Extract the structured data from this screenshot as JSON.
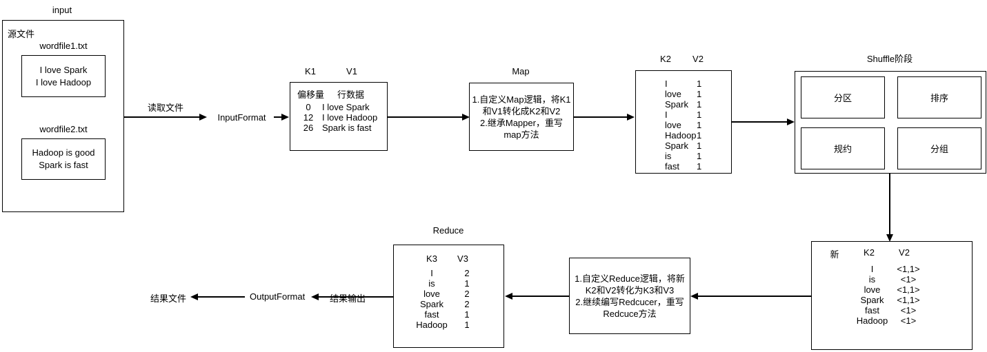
{
  "diagram": {
    "bg_color": "#ffffff",
    "line_color": "#000000",
    "input": {
      "title": "input",
      "source_label": "源文件",
      "files": [
        {
          "name": "wordfile1.txt",
          "content": [
            "I love Spark",
            "I love Hadoop"
          ]
        },
        {
          "name": "wordfile2.txt",
          "content": [
            "Hadoop is good",
            "Spark is fast"
          ]
        }
      ]
    },
    "read_label": "读取文件",
    "input_format": "InputFormat",
    "k1v1": {
      "key_header": "K1",
      "value_header": "V1",
      "col1": "偏移量",
      "col2": "行数据",
      "rows": [
        [
          "0",
          "I love Spark"
        ],
        [
          "12",
          "I love Hadoop"
        ],
        [
          "26",
          "Spark is fast"
        ]
      ]
    },
    "map": {
      "title": "Map",
      "steps": [
        "1.自定义Map逻辑，将K1和V1转化成K2和V2",
        "2.继承Mapper，重写map方法"
      ]
    },
    "k2v2": {
      "key_header": "K2",
      "value_header": "V2",
      "rows": [
        [
          "I",
          "1"
        ],
        [
          "love",
          "1"
        ],
        [
          "Spark",
          "1"
        ],
        [
          "I",
          "1"
        ],
        [
          "love",
          "1"
        ],
        [
          "Hadoop",
          "1"
        ],
        [
          "Spark",
          "1"
        ],
        [
          "is",
          "1"
        ],
        [
          "fast",
          "1"
        ]
      ]
    },
    "shuffle": {
      "title": "Shuffle阶段",
      "stages": [
        "分区",
        "排序",
        "规约",
        "分组"
      ]
    },
    "new_k2v2": {
      "prefix": "新",
      "key_header": "K2",
      "value_header": "V2",
      "rows": [
        [
          "I",
          "<1,1>"
        ],
        [
          "is",
          "<1>"
        ],
        [
          "love",
          "<1,1>"
        ],
        [
          "Spark",
          "<1,1>"
        ],
        [
          "fast",
          "<1>"
        ],
        [
          "Hadoop",
          "<1>"
        ]
      ]
    },
    "reduce_logic": {
      "steps": [
        "1.自定义Reduce逻辑，将新K2和V2转化为K3和V3",
        "2.继续编写Redcucer，重写Redcuce方法"
      ]
    },
    "reduce": {
      "title": "Reduce",
      "key_header": "K3",
      "value_header": "V3",
      "rows": [
        [
          "I",
          "2"
        ],
        [
          "is",
          "1"
        ],
        [
          "love",
          "2"
        ],
        [
          "Spark",
          "2"
        ],
        [
          "fast",
          "1"
        ],
        [
          "Hadoop",
          "1"
        ]
      ]
    },
    "output_label": "结果输出",
    "output_format": "OutputFormat",
    "result_file": "结果文件"
  }
}
